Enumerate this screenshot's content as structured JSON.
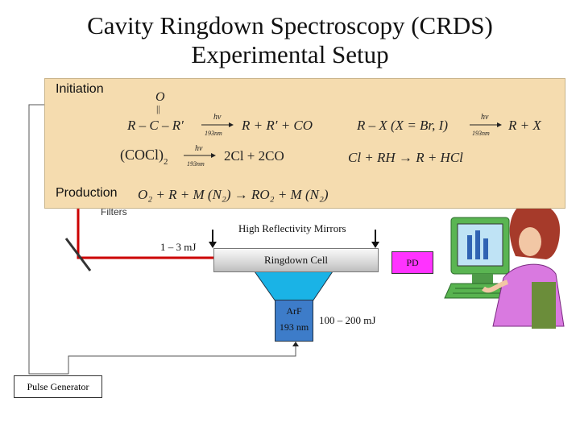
{
  "title": {
    "line1": "Cavity Ringdown Spectroscopy (CRDS)",
    "line2": "Experimental Setup"
  },
  "overlay": {
    "initiation_label": "Initiation",
    "production_label": "Production",
    "r1_lhs": "R – C – R′",
    "r1_o": "O",
    "r1_bond": "||",
    "r1_rhs": "R + R′ + CO",
    "hv": "hν",
    "nm193": "193nm",
    "r2_lhs": "R – X (X = Br, I)",
    "r2_rhs": "R + X",
    "r3_lhs": "(COCl)",
    "r3_sub": "2",
    "r3_rhs": "2Cl + 2CO",
    "r4": "Cl + RH → R + HCl",
    "r5": "O₂ + R + M (N₂) → RO₂ + M (N₂)"
  },
  "labels": {
    "filters": "Filters",
    "mirrors": "High Reflectivity Mirrors",
    "probe_energy": "1 – 3 mJ",
    "cell": "Ringdown Cell",
    "pd": "PD",
    "laser_line1": "ArF",
    "laser_line2": "193 nm",
    "photolysis_energy": "100 – 200 mJ",
    "pulse_generator": "Pulse Generator"
  },
  "colors": {
    "overlay_bg": "#f5dcaf",
    "beam_red": "#cc0000",
    "pd_magenta": "#ff33ff",
    "laser_blue": "#3d7cc9",
    "cone_cyan": "#1ab3e6"
  }
}
